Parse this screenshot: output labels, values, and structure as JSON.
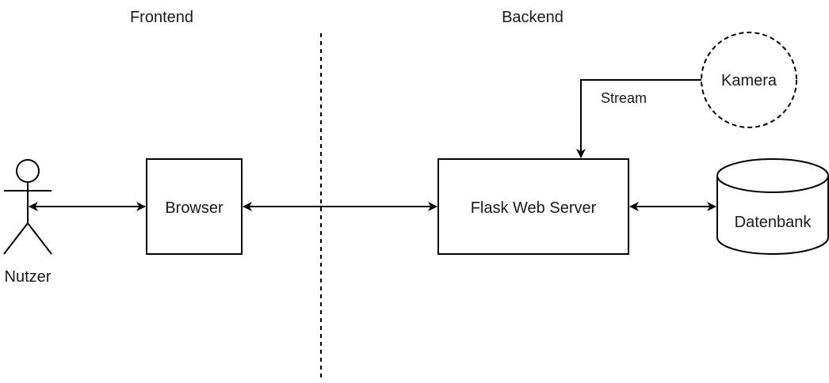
{
  "sections": {
    "frontend": "Frontend",
    "backend": "Backend"
  },
  "nodes": {
    "user": {
      "label": "Nutzer",
      "icon": "user-actor-icon"
    },
    "browser": {
      "label": "Browser"
    },
    "server": {
      "label": "Flask Web Server"
    },
    "database": {
      "label": "Datenbank",
      "icon": "database-cylinder-icon"
    },
    "camera": {
      "label": "Kamera"
    }
  },
  "edges": {
    "stream": {
      "label": "Stream"
    }
  },
  "colors": {
    "stroke": "#000000",
    "text": "#1a1a1a",
    "background": "#ffffff"
  }
}
